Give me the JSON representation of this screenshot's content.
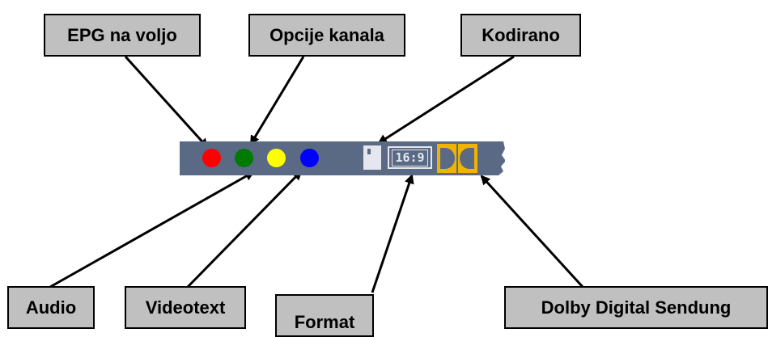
{
  "labels": {
    "epg": "EPG na voljo",
    "channel_options": "Opcije kanala",
    "encrypted": "Kodirano",
    "audio": "Audio",
    "videotext": "Videotext",
    "format": "Format",
    "dolby": "Dolby Digital Sendung"
  },
  "status_bar": {
    "background_color": "#5a6a84",
    "buttons": [
      {
        "name": "red",
        "color": "#ff0000"
      },
      {
        "name": "green",
        "color": "#007a00"
      },
      {
        "name": "yellow",
        "color": "#ffff00"
      },
      {
        "name": "blue",
        "color": "#0000ff"
      }
    ],
    "format_badge": "16:9",
    "dolby_color": "#f0b400"
  },
  "colors": {
    "label_fill": "#c0c0c0",
    "outline": "#000000"
  }
}
